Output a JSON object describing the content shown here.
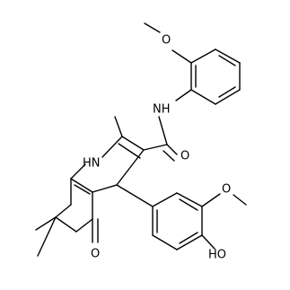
{
  "molecule": {
    "atom_labels": {
      "carbonyl_oxygen_amide": "O",
      "amide_nh": "NH",
      "ring_nh": "HN",
      "ketone_oxygen": "O",
      "methoxy_oxygen_top": "O",
      "methoxy_oxygen_right": "O",
      "hydroxyl": "HO"
    }
  }
}
